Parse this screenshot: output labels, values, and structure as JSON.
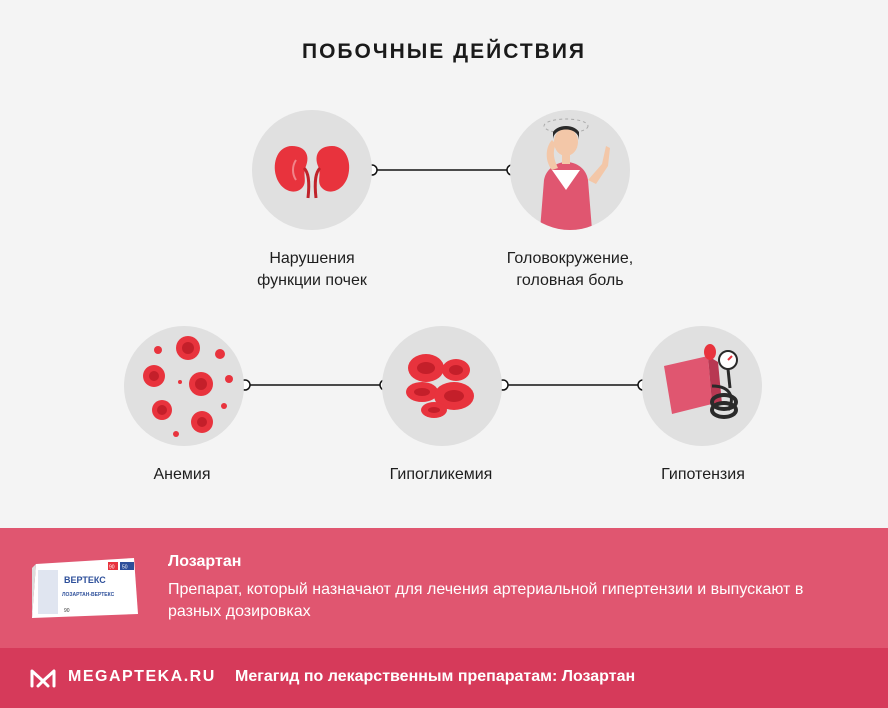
{
  "title": "ПОБОЧНЫЕ ДЕЙСТВИЯ",
  "effects": [
    {
      "label_line1": "Нарушения",
      "label_line2": "функции почек",
      "icon": "kidneys-icon"
    },
    {
      "label_line1": "Головокружение,",
      "label_line2": "головная боль",
      "icon": "dizzy-woman-icon"
    },
    {
      "label_line1": "Анемия",
      "label_line2": "",
      "icon": "blood-cells-icon"
    },
    {
      "label_line1": "Гипогликемия",
      "label_line2": "",
      "icon": "red-cells-icon"
    },
    {
      "label_line1": "Гипотензия",
      "label_line2": "",
      "icon": "tonometer-icon"
    }
  ],
  "drug": {
    "name": "Лозартан",
    "description": "Препарат, который назначают для лечения артериальной гипертензии и выпускают в разных дозировках",
    "package_brand": "ВЕРТЕКС",
    "package_product": "ЛОЗАРТАН-ВЕРТЕКС",
    "package_dose": "50",
    "package_count": "90"
  },
  "footer": {
    "brand": "MEGAPTEKA.RU",
    "text": "Мегагид по лекарственным препаратам: Лозартан"
  },
  "colors": {
    "accent": "#e83a4a",
    "panel": "#e05670",
    "footer": "#d63a5a",
    "circle_bg": "#e0e0e0"
  }
}
